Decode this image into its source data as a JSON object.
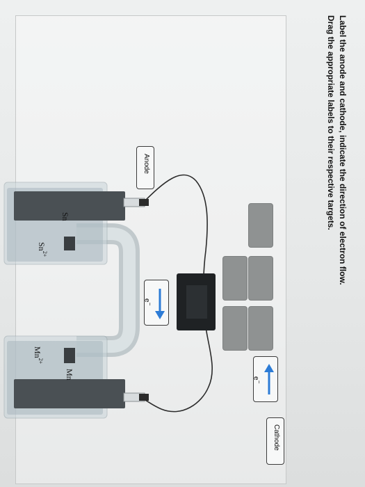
{
  "instructions": {
    "line1": "Label the anode and cathode, indicate the direction of electron flow.",
    "line2": "Drag the appropriate labels to their respective targets."
  },
  "labels": {
    "anode": "Anode",
    "cathode": "Cathode",
    "electron": "e",
    "electron_superscript": "−"
  },
  "cell": {
    "left_electrode": "Sn",
    "left_ion": "Sn",
    "left_ion_charge": "2+",
    "right_electrode": "Mn",
    "right_ion": "Mn",
    "right_ion_charge": "2+"
  },
  "targets": {
    "count": 5,
    "color": "#8f9292"
  },
  "colors": {
    "chip_border": "#3b3b3b",
    "arrow_blue": "#2d7cd6"
  }
}
